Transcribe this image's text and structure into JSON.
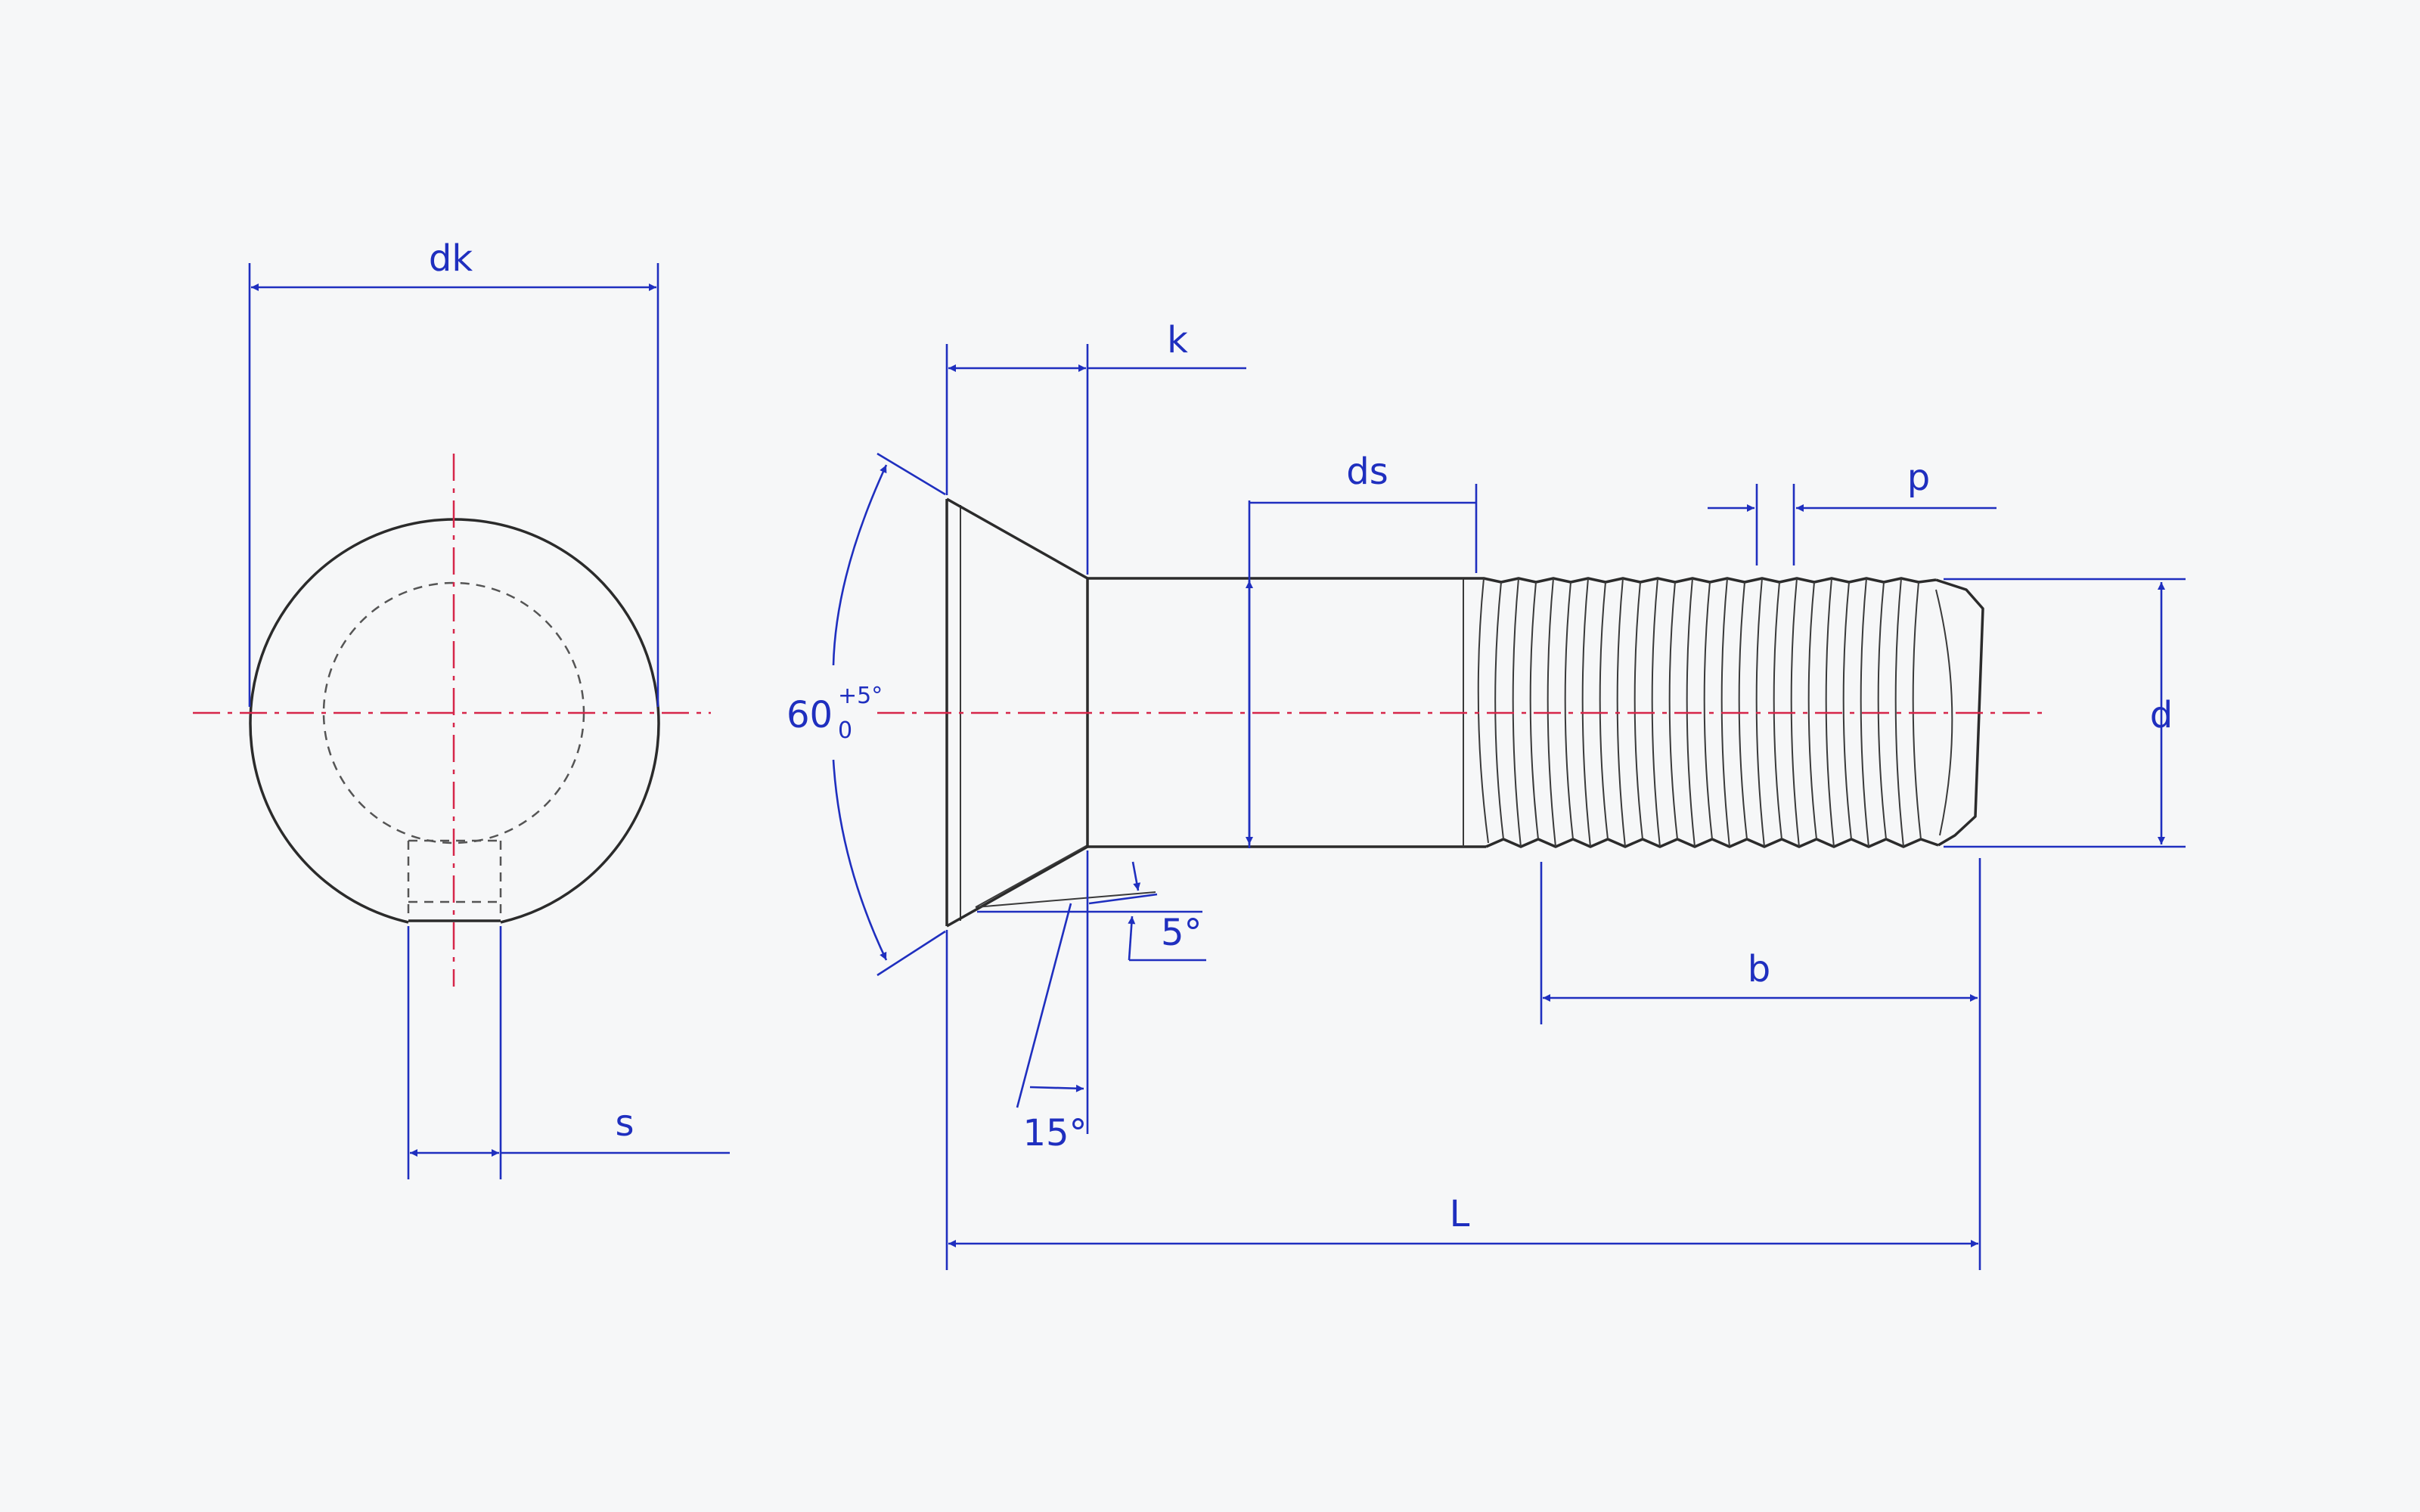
{
  "labels": {
    "dk": "dk",
    "s": "s",
    "k": "k",
    "ds": "ds",
    "p": "p",
    "d": "d",
    "b": "b",
    "L": "L",
    "angle_main": "60",
    "angle_tol_plus": "+5°",
    "angle_tol_minus": "0",
    "angle_5": "5°",
    "angle_15": "15°"
  },
  "colors": {
    "dimension": "#1f2fbf",
    "centerline": "#d6264a",
    "outline": "#2b2b2b",
    "background": "#f6f7f8"
  }
}
